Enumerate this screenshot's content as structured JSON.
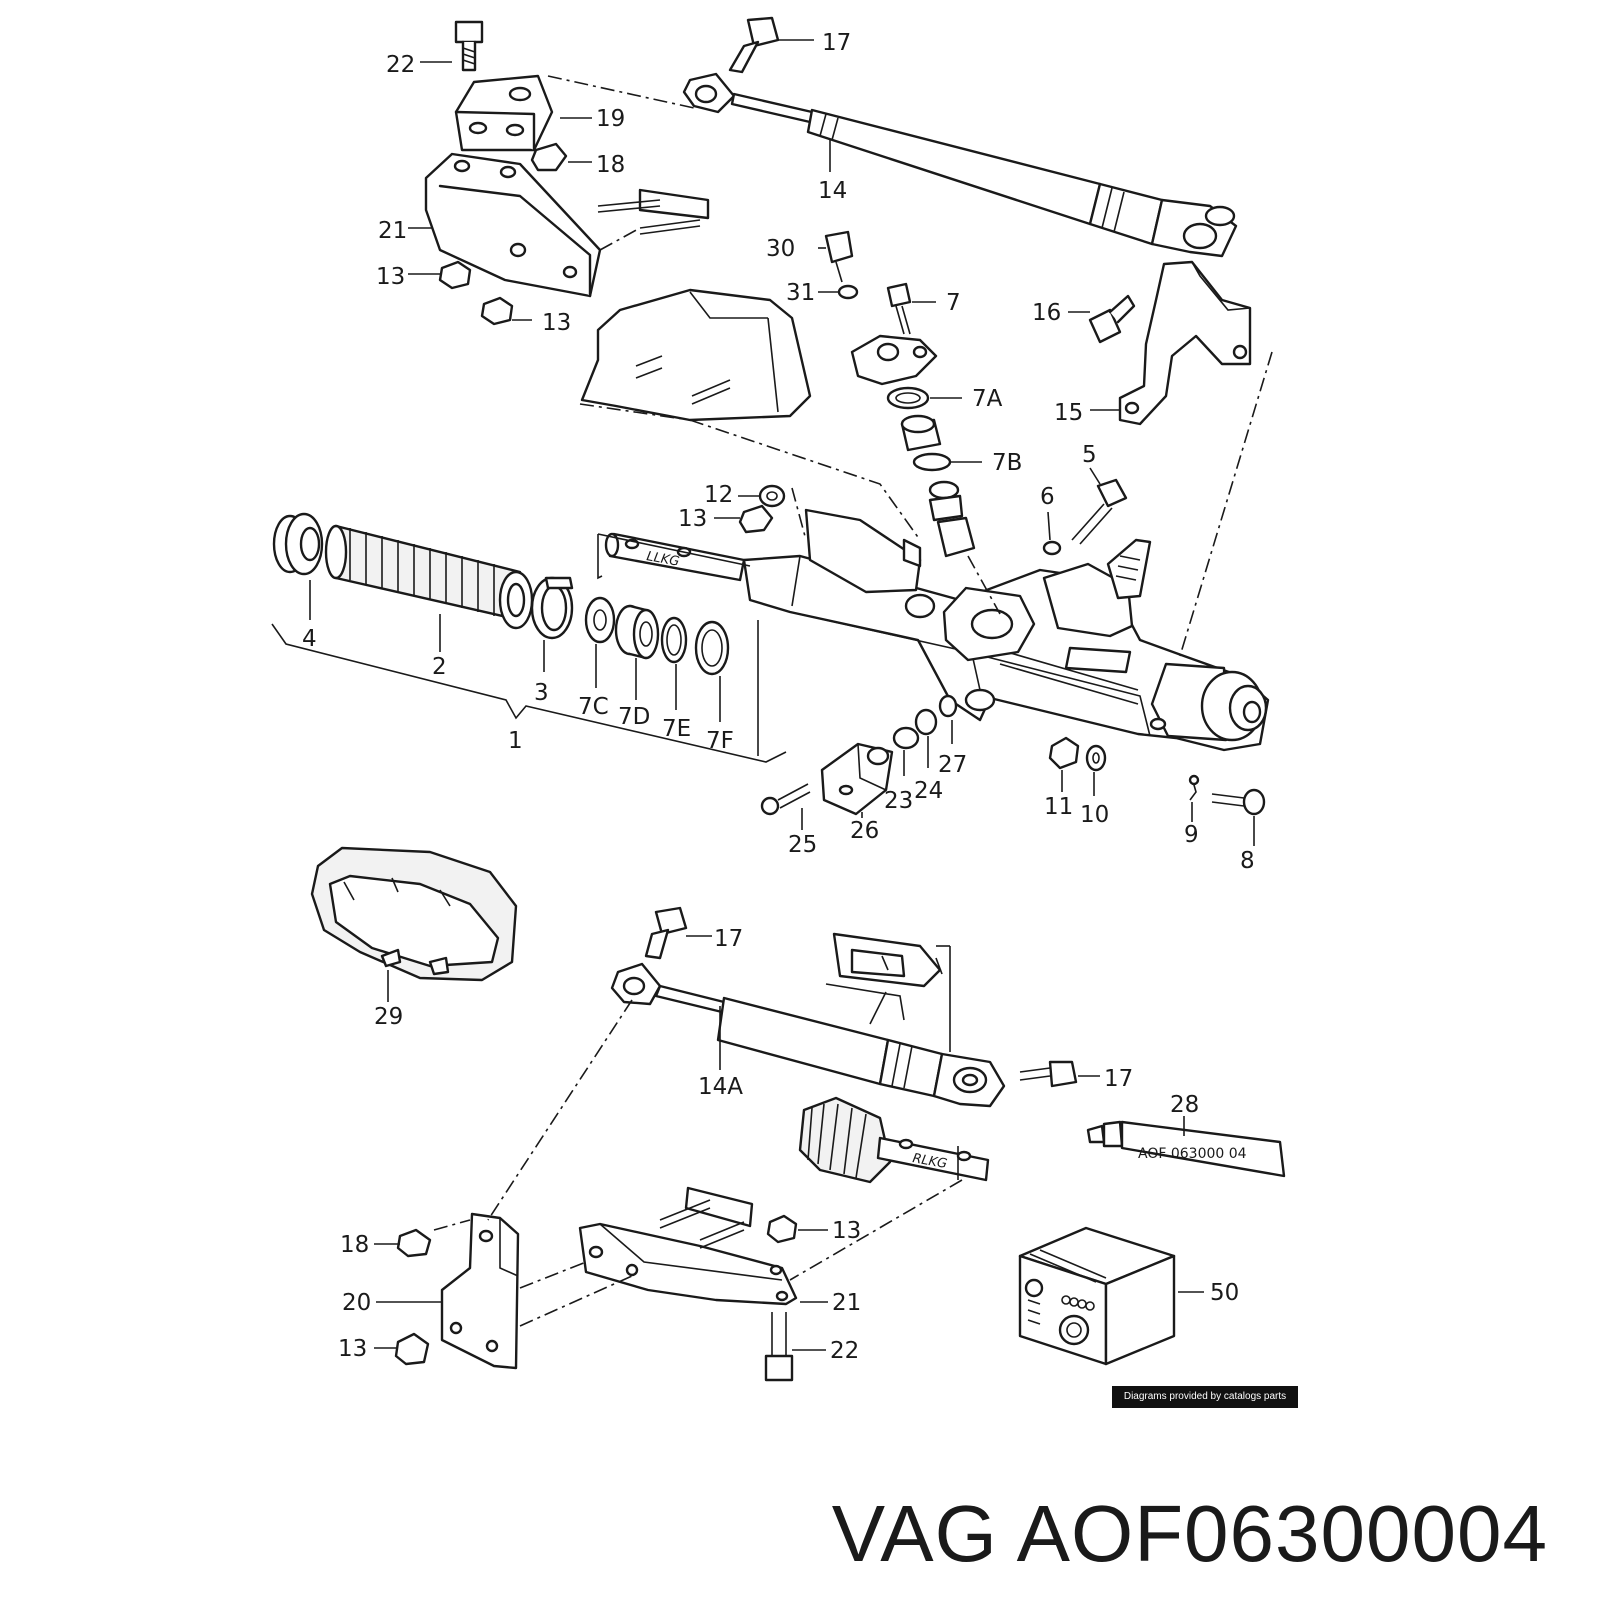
{
  "callouts": [
    {
      "id": "c22a",
      "text": "22"
    },
    {
      "id": "c17a",
      "text": "17"
    },
    {
      "id": "c19",
      "text": "19"
    },
    {
      "id": "c18a",
      "text": "18"
    },
    {
      "id": "c14",
      "text": "14"
    },
    {
      "id": "c21a",
      "text": "21"
    },
    {
      "id": "c13a",
      "text": "13"
    },
    {
      "id": "c13b",
      "text": "13"
    },
    {
      "id": "c30",
      "text": "30"
    },
    {
      "id": "c31",
      "text": "31"
    },
    {
      "id": "c7",
      "text": "7"
    },
    {
      "id": "c16",
      "text": "16"
    },
    {
      "id": "c7A",
      "text": "7A"
    },
    {
      "id": "c15",
      "text": "15"
    },
    {
      "id": "c7B",
      "text": "7B"
    },
    {
      "id": "c12",
      "text": "12"
    },
    {
      "id": "c13c",
      "text": "13"
    },
    {
      "id": "c5",
      "text": "5"
    },
    {
      "id": "c6",
      "text": "6"
    },
    {
      "id": "c4",
      "text": "4"
    },
    {
      "id": "c2",
      "text": "2"
    },
    {
      "id": "c3",
      "text": "3"
    },
    {
      "id": "c7C",
      "text": "7C"
    },
    {
      "id": "c7D",
      "text": "7D"
    },
    {
      "id": "c7E",
      "text": "7E"
    },
    {
      "id": "c7F",
      "text": "7F"
    },
    {
      "id": "c1",
      "text": "1"
    },
    {
      "id": "c27",
      "text": "27"
    },
    {
      "id": "c24",
      "text": "24"
    },
    {
      "id": "c23",
      "text": "23"
    },
    {
      "id": "c11",
      "text": "11"
    },
    {
      "id": "c10",
      "text": "10"
    },
    {
      "id": "c9",
      "text": "9"
    },
    {
      "id": "c8",
      "text": "8"
    },
    {
      "id": "c25",
      "text": "25"
    },
    {
      "id": "c26",
      "text": "26"
    },
    {
      "id": "c29",
      "text": "29"
    },
    {
      "id": "c17b",
      "text": "17"
    },
    {
      "id": "c14A",
      "text": "14A"
    },
    {
      "id": "c17c",
      "text": "17"
    },
    {
      "id": "c28",
      "text": "28"
    },
    {
      "id": "c18b",
      "text": "18"
    },
    {
      "id": "c13d",
      "text": "13"
    },
    {
      "id": "c20",
      "text": "20"
    },
    {
      "id": "c21b",
      "text": "21"
    },
    {
      "id": "c13e",
      "text": "13"
    },
    {
      "id": "c22b",
      "text": "22"
    },
    {
      "id": "c50",
      "text": "50"
    }
  ],
  "rack_stamp_top": "LLKG",
  "rack_stamp_bottom": "RLKG",
  "grease_tube_label": "AOF 063000 04",
  "credit": "Diagrams provided by catalogs parts",
  "part_number": "VAG AOF06300004"
}
